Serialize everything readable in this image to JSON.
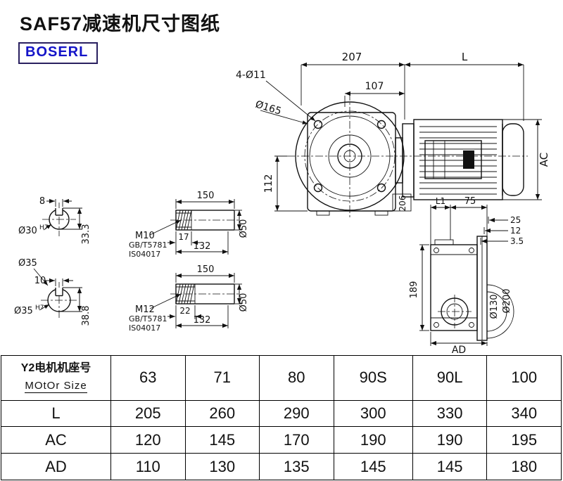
{
  "page": {
    "title": "SAF57减速机尺寸图纸",
    "brand": "BOSERL"
  },
  "drawing": {
    "front_view": {
      "dim_207": "207",
      "dim_L": "L",
      "dim_holes": "4-Ø11",
      "dim_107": "107",
      "dim_165": "Ø165",
      "dim_112": "112",
      "dim_AC": "AC",
      "dim_206": "206"
    },
    "shaft1_section": {
      "dim_8": "8",
      "dim_bore": "Ø30",
      "tol": "H7",
      "dim_333": "33.3"
    },
    "shaft2_section": {
      "dim_10": "10",
      "dim_35": "Ø35",
      "dim_bore": "Ø35",
      "tol": "H7",
      "dim_388": "38.8"
    },
    "shaft1_side": {
      "dim_150": "150",
      "thread": "M10",
      "std1": "GB/T5781",
      "std2": "IS04017",
      "dim_17": "17",
      "dim_132": "132",
      "dim_50": "Ø50"
    },
    "shaft2_side": {
      "dim_150": "150",
      "thread": "M12",
      "std1": "GB/T5781",
      "std2": "IS04017",
      "dim_22": "22",
      "dim_132": "132",
      "dim_50": "Ø50"
    },
    "side_view": {
      "dim_L1": "L1",
      "dim_75": "75",
      "dim_25": "25",
      "dim_12": "12",
      "dim_35": "3.5",
      "dim_189": "189",
      "dim_130": "Ø130",
      "dim_200": "Ø200",
      "dim_AD": "AD"
    }
  },
  "table": {
    "header_row": {
      "label_cn": "Y2电机机座号",
      "label_en": "MOtOr Size",
      "values": [
        "63",
        "71",
        "80",
        "90S",
        "90L",
        "100"
      ]
    },
    "rows": [
      {
        "label": "L",
        "values": [
          "205",
          "260",
          "290",
          "300",
          "330",
          "340"
        ]
      },
      {
        "label": "AC",
        "values": [
          "120",
          "145",
          "170",
          "190",
          "190",
          "195"
        ]
      },
      {
        "label": "AD",
        "values": [
          "110",
          "130",
          "135",
          "145",
          "145",
          "180"
        ]
      }
    ]
  }
}
